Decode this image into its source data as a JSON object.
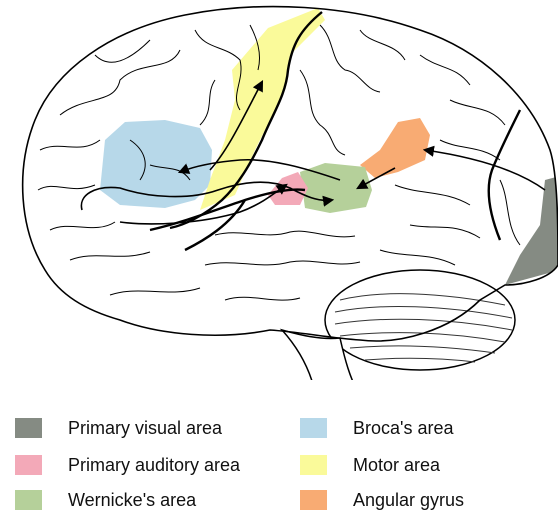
{
  "legend": [
    {
      "label": "Primary visual area",
      "color": "#858b83"
    },
    {
      "label": "Broca's area",
      "color": "#b7d8e9"
    },
    {
      "label": "Primary auditory area",
      "color": "#f3a9b8"
    },
    {
      "label": "Motor area",
      "color": "#fafa9a"
    },
    {
      "label": "Wernicke's area",
      "color": "#b5d09a"
    },
    {
      "label": "Angular gyrus",
      "color": "#f8ab73"
    }
  ]
}
